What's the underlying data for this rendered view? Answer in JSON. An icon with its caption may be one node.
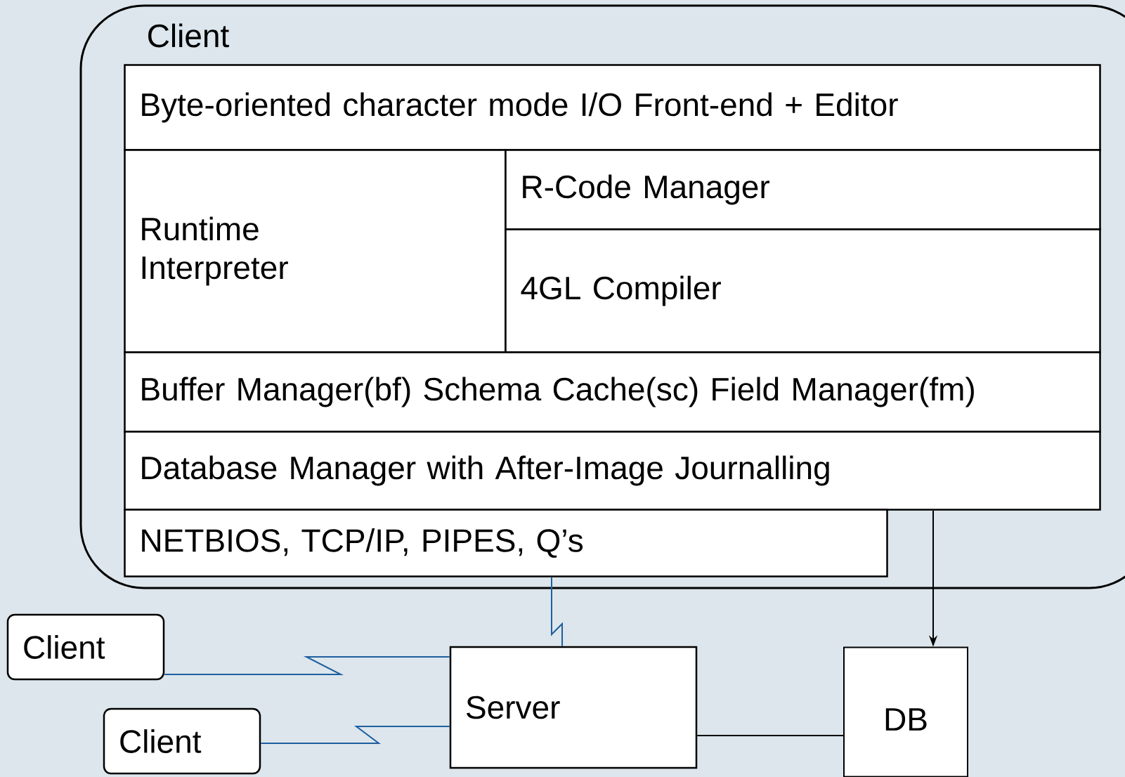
{
  "diagram": {
    "nodes": [
      {
        "text": [
          "Client"
        ]
      },
      {
        "text": [
          "Byte-oriented character mode I/O Front-end + Editor"
        ],
        "in": 0
      },
      {
        "text": [
          "Runtime Interpreter"
        ],
        "in": 0
      },
      {
        "text": [
          "R-Code Manager"
        ],
        "in": 0
      },
      {
        "text": [
          "4GL Compiler"
        ],
        "in": 0
      },
      {
        "text": [
          "Buffer Manager(bf) Schema Cache(sc) Field Manager(fm)"
        ],
        "in": 0
      },
      {
        "text": [
          "Database Manager with After-Image Journalling"
        ],
        "in": 0
      },
      {
        "text": [
          "NETBIOS, TCP/IP, PIPES, Q’s"
        ],
        "in": 0
      },
      {
        "text": [
          "Client"
        ]
      },
      {
        "text": [
          "Client"
        ]
      },
      {
        "text": [
          "Server"
        ]
      },
      {
        "text": [
          "DB"
        ]
      }
    ],
    "edges": [
      {
        "from": 7,
        "to": 10,
        "arrow": "none"
      },
      {
        "from": 8,
        "to": 10,
        "arrow": "none"
      },
      {
        "from": 9,
        "to": 10,
        "arrow": "none"
      },
      {
        "from": 6,
        "to": 11,
        "arrow": "to",
        "color": "#000000"
      },
      {
        "from": 10,
        "to": 11,
        "arrow": "none",
        "color": "#000000"
      }
    ]
  }
}
